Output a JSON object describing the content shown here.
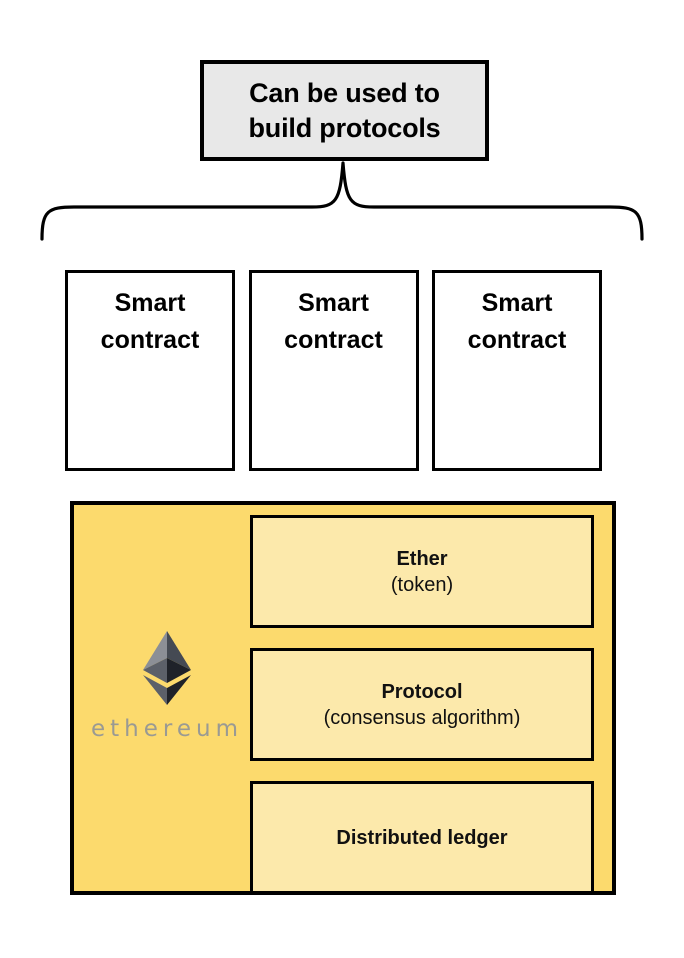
{
  "diagram": {
    "header": {
      "lines": [
        "Can be used to",
        "build protocols"
      ],
      "background_color": "#e8e8e8",
      "border_color": "#000000"
    },
    "connector": {
      "type": "curly-brace",
      "orientation": "down"
    },
    "smart_contracts": [
      {
        "line1": "Smart",
        "line2": "contract"
      },
      {
        "line1": "Smart",
        "line2": "contract"
      },
      {
        "line1": "Smart",
        "line2": "contract"
      }
    ],
    "platform": {
      "brand_name": "ethereum",
      "logo_icon": "ethereum-diamond-icon",
      "panel_color": "#fcda6d",
      "layers": [
        {
          "title": "Ether",
          "subtitle": "(token)"
        },
        {
          "title": "Protocol",
          "subtitle": "(consensus algorithm)"
        },
        {
          "title": "Distributed ledger",
          "subtitle": ""
        }
      ],
      "layer_color": "#fce9ab"
    }
  }
}
